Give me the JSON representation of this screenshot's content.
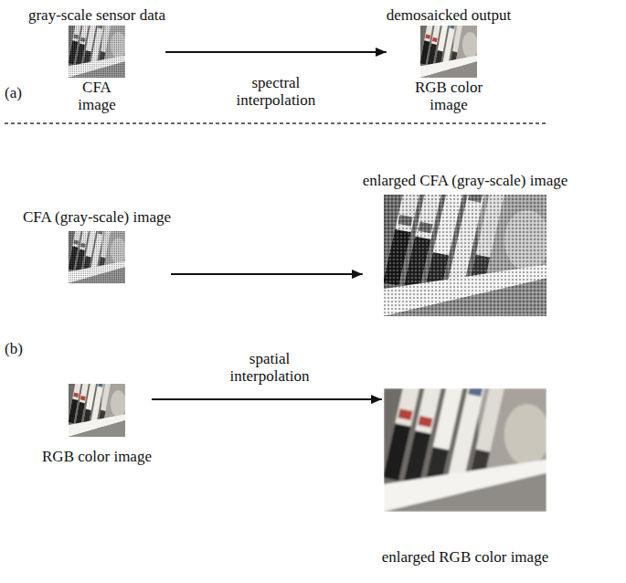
{
  "diagram": {
    "nodes": [
      {
        "text": [
          "gray-scale sensor data",
          "CFA image"
        ]
      },
      {
        "text": [
          "demosaicked output",
          "RGB color image"
        ]
      },
      {
        "text": [
          "CFA (gray-scale) image"
        ]
      },
      {
        "text": [
          "enlarged CFA (gray-scale) image"
        ]
      },
      {
        "text": [
          "RGB color image"
        ]
      },
      {
        "text": [
          "enlarged RGB color image"
        ]
      }
    ],
    "edges": [
      {
        "from": 0,
        "to": 1,
        "arrow": "to",
        "label": "spectral interpolation"
      },
      {
        "from": 2,
        "to": 3,
        "arrow": "to"
      },
      {
        "from": 4,
        "to": 5,
        "arrow": "to"
      }
    ],
    "labels": [
      "(a)",
      "spatial interpolation",
      "(b)"
    ]
  }
}
